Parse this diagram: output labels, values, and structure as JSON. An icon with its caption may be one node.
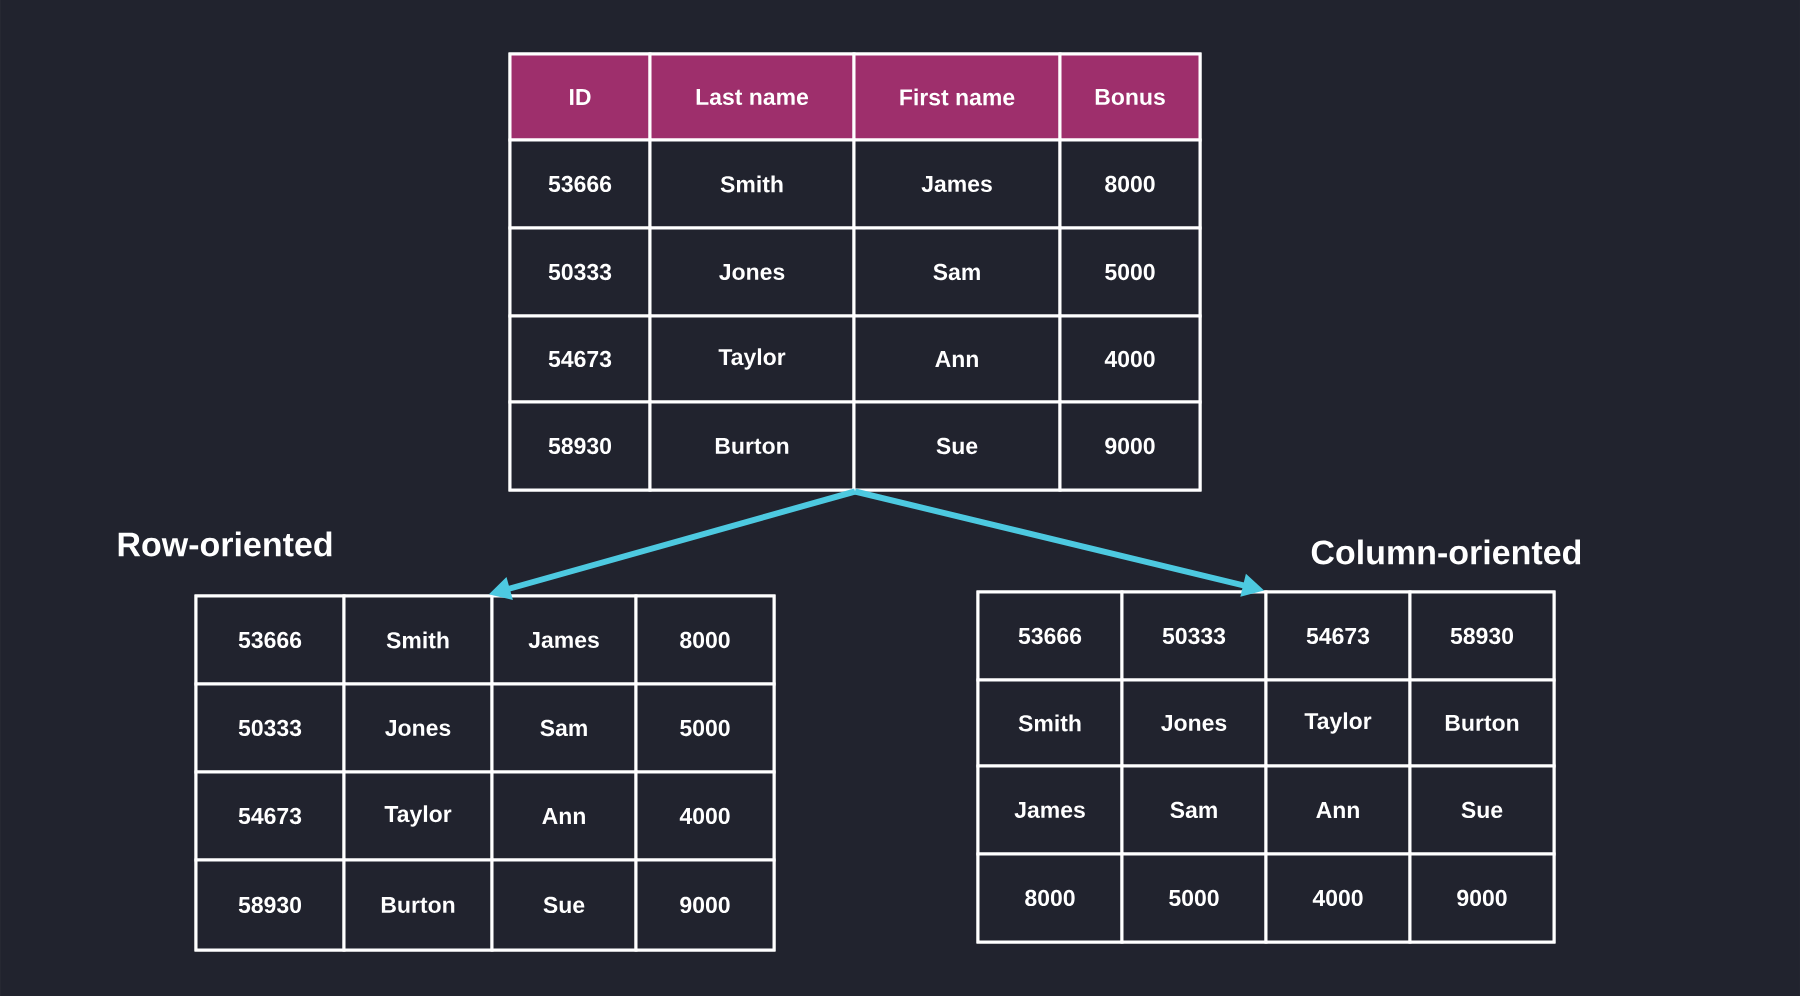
{
  "diagram": {
    "nodes": [
      {
        "text": [],
        "shape": "box"
      },
      {
        "text": [
          "Row-oriented"
        ]
      },
      {
        "text": [
          "Column-oriented"
        ]
      }
    ],
    "edges": [
      {
        "from": 0,
        "to": 1,
        "arrow": "to"
      },
      {
        "from": 0,
        "to": 2,
        "arrow": "to"
      }
    ],
    "labels": [
      "ID",
      "Last name",
      "First name",
      "Bonus",
      "53666",
      "Smith",
      "James",
      "8000",
      "50333",
      "Jones",
      "Sam",
      "5000",
      "54673",
      "Taylor",
      "Ann",
      "4000",
      "58930",
      "Burton",
      "Sue",
      "9000",
      "53666",
      "Smith",
      "James",
      "8000",
      "50333",
      "Jones",
      "Sam",
      "5000",
      "54673",
      "Taylor",
      "Ann",
      "4000",
      "58930",
      "Burton",
      "Sue",
      "9000",
      "53666",
      "50333",
      "54673",
      "58930",
      "Smith",
      "Jones",
      "Taylor",
      "Burton",
      "James",
      "Sam",
      "Ann",
      "Sue",
      "8000",
      "5000",
      "4000",
      "9000"
    ]
  }
}
